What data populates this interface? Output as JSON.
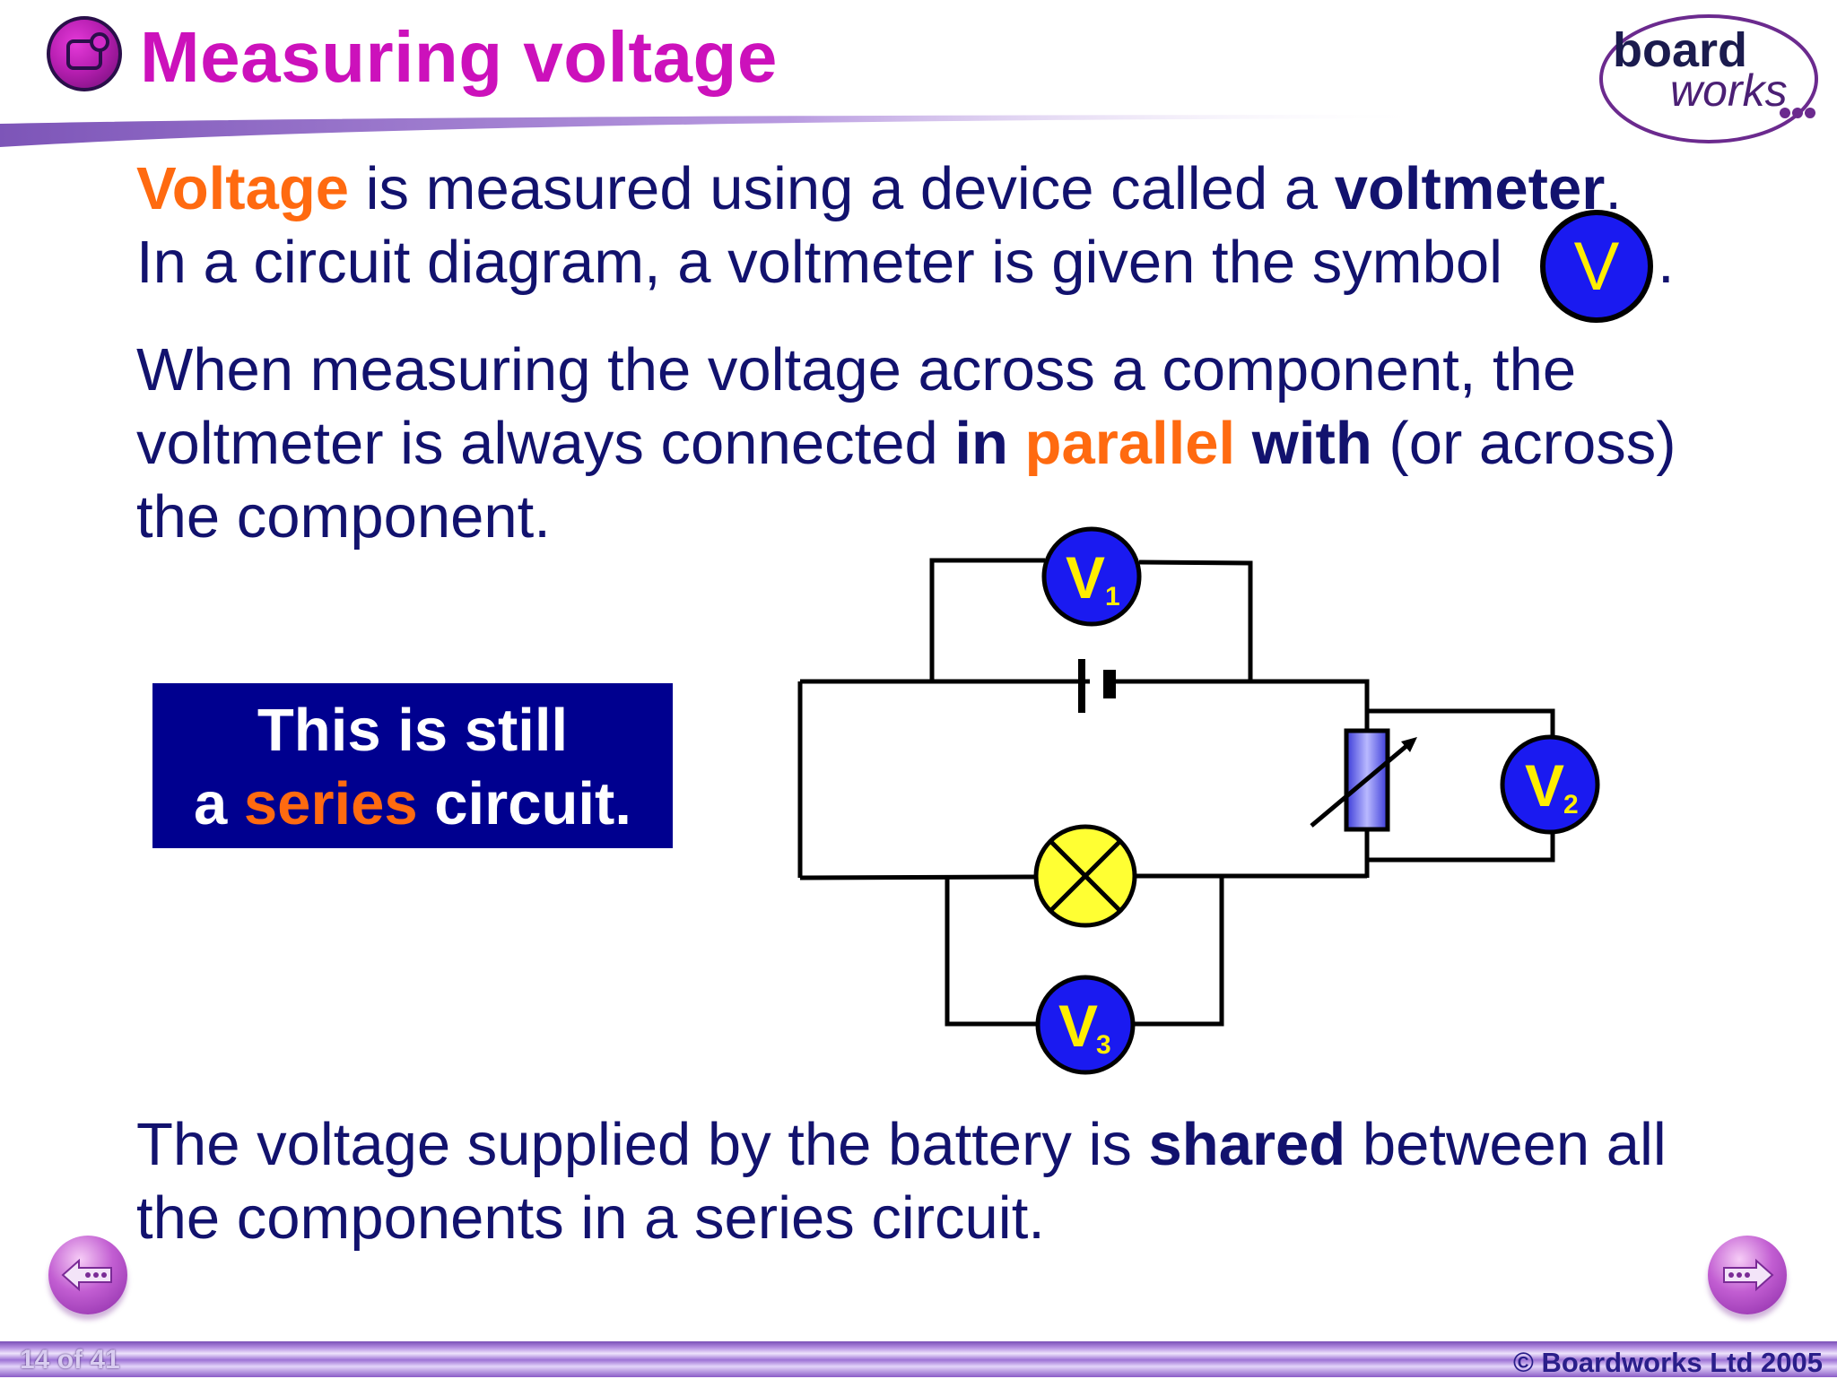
{
  "title": "Measuring voltage",
  "logo": {
    "line1": "board",
    "line2": "works"
  },
  "intro": {
    "line1_voltage": "Voltage",
    "line1_mid": " is measured using a device called a ",
    "line1_voltmeter": "voltmeter",
    "line1_end": ".",
    "line2_text": "In a circuit diagram, a voltmeter is given the symbol",
    "line2_end": ".",
    "symbol_letter": "V"
  },
  "parallel": {
    "line1": "When measuring the voltage across a component, the",
    "line2_a": "voltmeter is always connected ",
    "line2_in": "in",
    "line2_space": " ",
    "line2_parallel": "parallel",
    "line2_with": " with",
    "line2_end": " (or across)",
    "line3": "the component."
  },
  "series_box": {
    "line1": "This is still",
    "line2_a": "a ",
    "line2_series": "series",
    "line2_end": " circuit."
  },
  "circuit": {
    "voltmeters": [
      {
        "label": "V",
        "sub": "1"
      },
      {
        "label": "V",
        "sub": "2"
      },
      {
        "label": "V",
        "sub": "3"
      }
    ]
  },
  "shared": {
    "line1_a": "The voltage supplied by the battery is ",
    "line1_shared": "shared",
    "line1_end": " between all",
    "line2": "the components in a series circuit."
  },
  "footer": {
    "page": "14 of 41",
    "copyright": "© Boardworks Ltd 2005"
  },
  "colors": {
    "title": "#cc11bb",
    "body_text": "#12126e",
    "highlight": "#ff6a10",
    "box_bg": "#00008f",
    "meter_fill": "#1a1af0",
    "meter_text": "#ffee00",
    "lamp_fill": "#ffff33"
  }
}
